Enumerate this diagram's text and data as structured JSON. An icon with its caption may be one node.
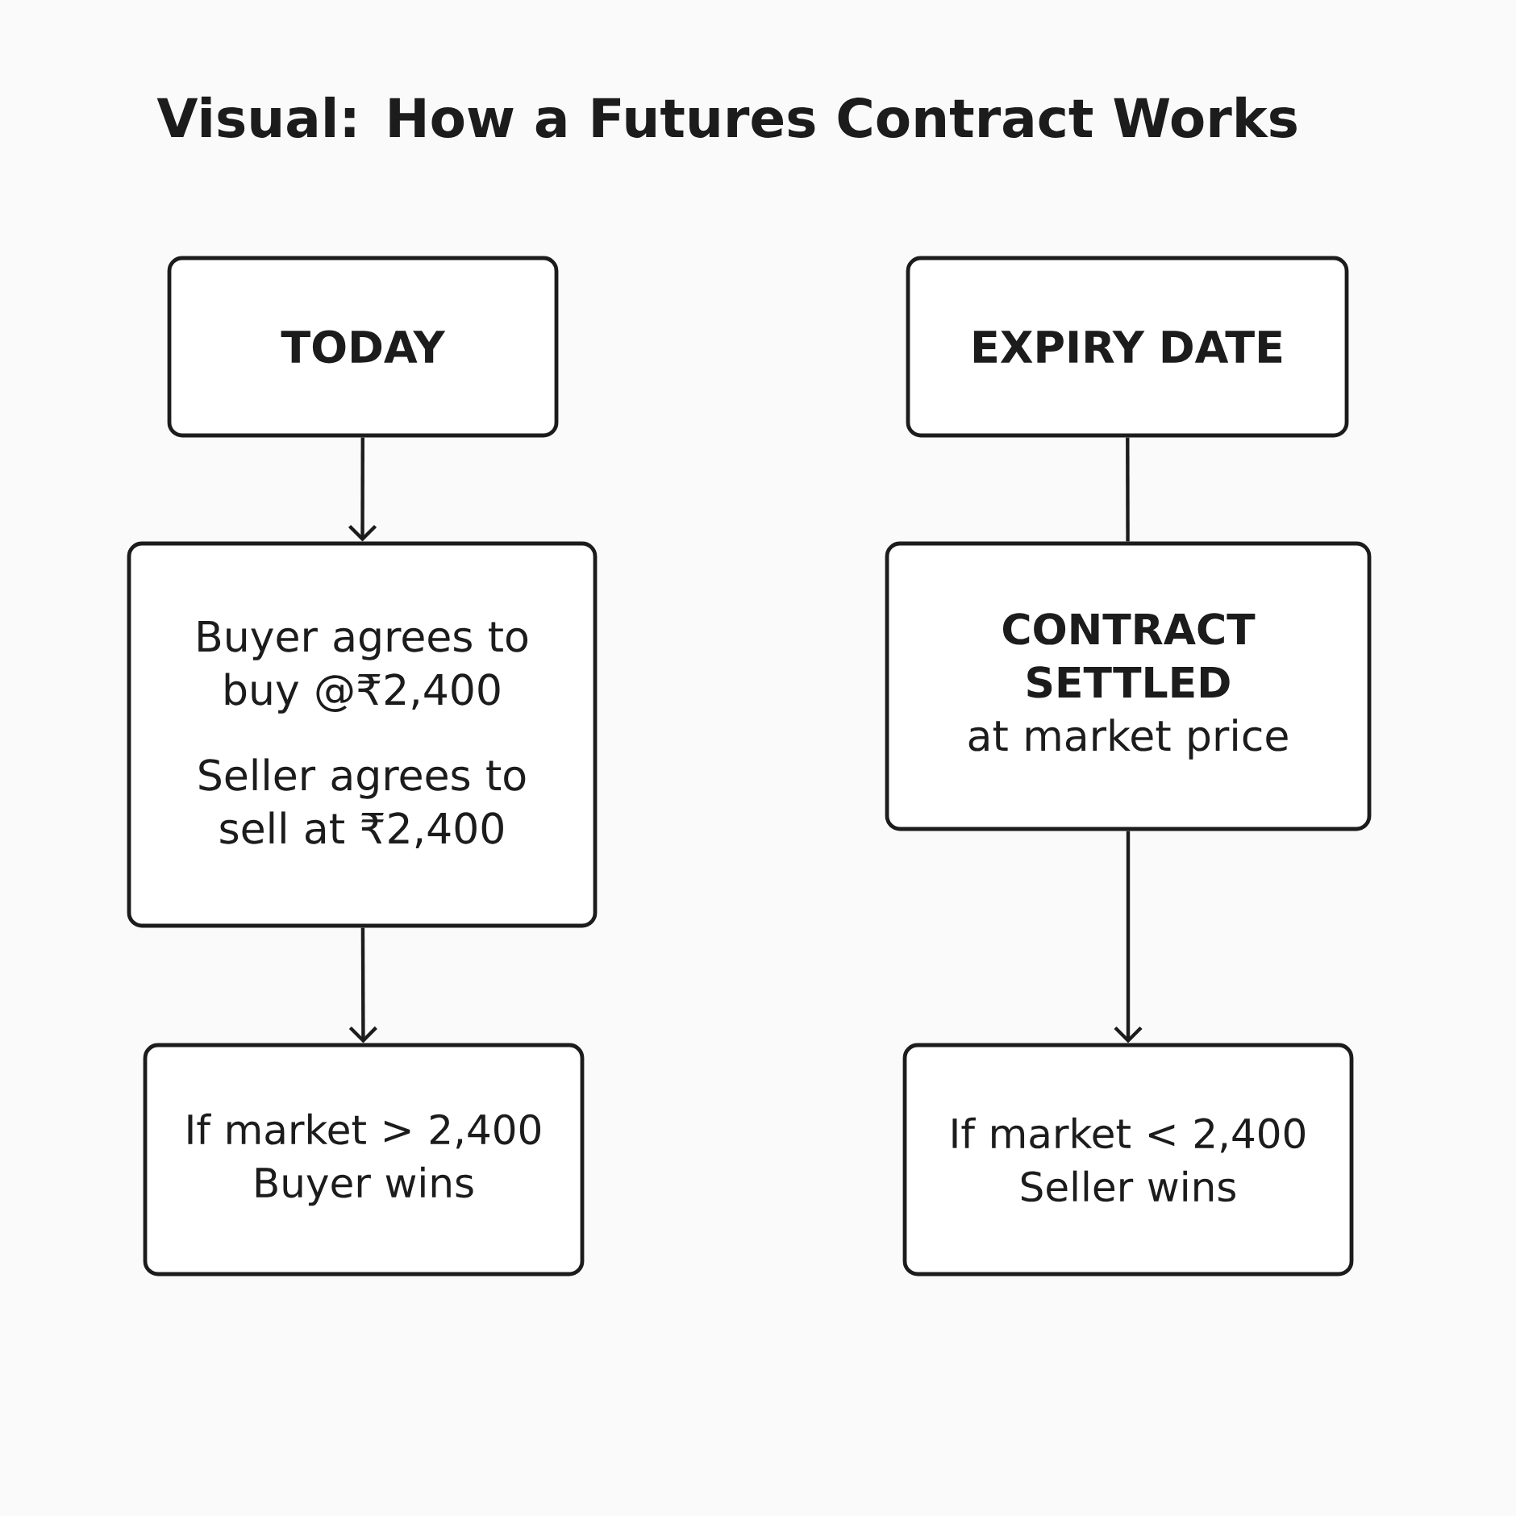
{
  "diagram": {
    "title": "Visual: How a Futures Contract Works",
    "nodes": [
      {
        "text": [
          "TODAY"
        ]
      },
      {
        "text": [
          "Buyer agrees to buy @₹2,400",
          "Seller agrees to sell at ₹2,400"
        ]
      },
      {
        "text": [
          "If market > 2,400 Buyer wins"
        ]
      },
      {
        "text": [
          "EXPIRY DATE"
        ]
      },
      {
        "text": [
          "CONTRACT SETTLED",
          "at market price"
        ]
      },
      {
        "text": [
          "If market < 2,400 Seller wins"
        ]
      }
    ],
    "edges": [
      {
        "from": 0,
        "to": 1,
        "arrow": "to"
      },
      {
        "from": 1,
        "to": 2,
        "arrow": "to"
      },
      {
        "from": 3,
        "to": 4,
        "arrow": "none"
      },
      {
        "from": 4,
        "to": 5,
        "arrow": "to"
      }
    ]
  }
}
